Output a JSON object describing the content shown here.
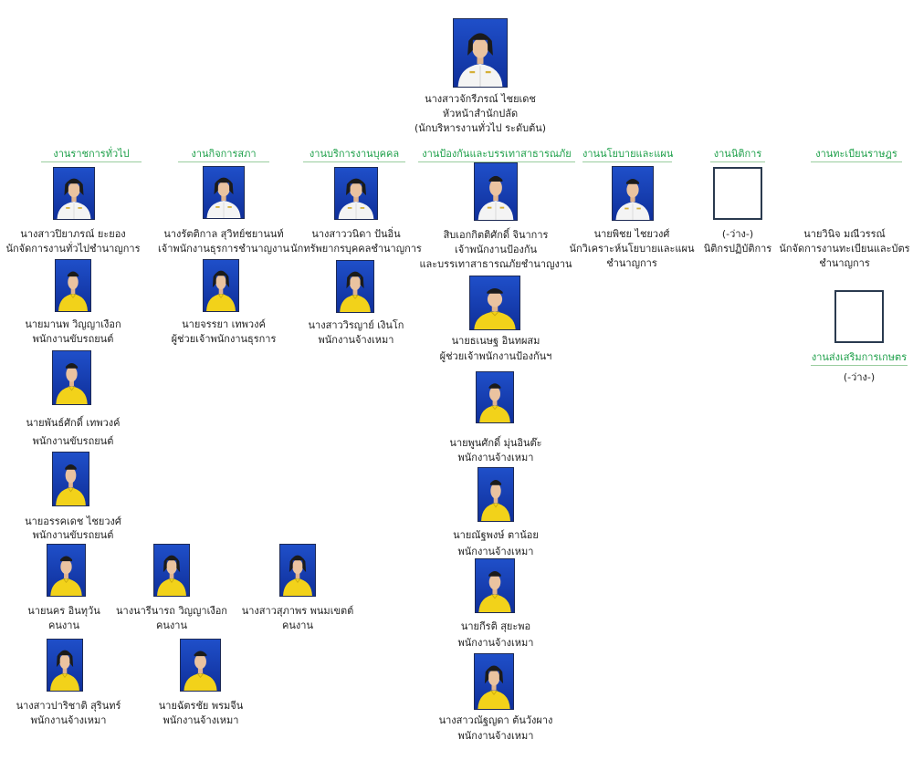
{
  "head": {
    "name": "นางสาวจักรีภรณ์  ไชยเดช",
    "title": "หัวหน้าสำนักปลัด",
    "level": "(นักบริหารงานทั่วไป ระดับต้น)"
  },
  "units": [
    {
      "header": "งานราชการทั่วไป",
      "people": [
        {
          "name": "นางสาวปิยาภรณ์ ยะยอง",
          "pos": "นักจัดการงานทั่วไปชำนาญการ"
        },
        {
          "name": "นายมานพ  วิญญาเงือก",
          "pos": "พนักงานขับรถยนต์"
        },
        {
          "name": "นายพันธ์ศักดิ์ เทพวงค์",
          "pos": "พนักงานขับรถยนต์"
        },
        {
          "name": "นายอรรคเดช ไชยวงศ์",
          "pos": "พนักงานขับรถยนต์"
        }
      ],
      "workers": [
        {
          "name": "นายนคร  อินทุวัน",
          "pos": "คนงาน"
        },
        {
          "name": "นางนารีนารถ  วิญญาเงือก",
          "pos": "คนงาน"
        },
        {
          "name": "นางสาวสุภาพร  พนมเขตต์",
          "pos": "คนงาน"
        },
        {
          "name": "นางสาวปาริชาติ  สุรินทร์",
          "pos": "พนักงานจ้างเหมา"
        },
        {
          "name": "นายฉัตรชัย พรมจีน",
          "pos": "พนักงานจ้างเหมา"
        }
      ]
    },
    {
      "header": "งานกิจการสภา",
      "people": [
        {
          "name": "นางรัตติกาล สุวิทย์ชยานนท์",
          "pos": "เจ้าพนักงานธุรการชำนาญงาน"
        },
        {
          "name": "นายจรรยา เทพวงค์",
          "pos": "ผู้ช่วยเจ้าพนักงานธุรการ"
        }
      ]
    },
    {
      "header": "งานบริการงานบุคคล",
      "people": [
        {
          "name": "นางสาววนิดา ปันอิ่น",
          "pos": "นักทรัพยากรบุคคลชำนาญการ"
        },
        {
          "name": "นางสาววิรญาย์ เงินโก",
          "pos": "พนักงานจ้างเหมา"
        }
      ]
    },
    {
      "header": "งานป้องกันและบรรเทาสาธารณภัย",
      "people": [
        {
          "name": "สิบเอกกิตติศักดิ์ จินาการ",
          "pos": "เจ้าพนักงานป้องกัน",
          "pos2": "และบรรเทาสาธารณภัยชำนาญงาน"
        },
        {
          "name": "นายธเนษฐ อินทผสม",
          "pos": "ผู้ช่วยเจ้าพนักงานป้องกันฯ"
        },
        {
          "name": "นายพูนศักดิ์  มุ่นอินต๊ะ",
          "pos": "พนักงานจ้างเหมา"
        },
        {
          "name": "นายณัฐพงษ์   ตาน้อย",
          "pos": "พนักงานจ้างเหมา"
        },
        {
          "name": "นายกีรติ สุยะพอ",
          "pos": "พนักงานจ้างเหมา"
        },
        {
          "name": "นางสาวณัฐญดา ต้นวังผาง",
          "pos": "พนักงานจ้างเหมา"
        }
      ]
    },
    {
      "header": "งานนโยบายและแผน",
      "people": [
        {
          "name": "นายพิชย ไชยวงศ์",
          "pos": "นักวิเคราะห์นโยบายและแผน",
          "pos2": "ชำนาญการ"
        }
      ]
    },
    {
      "header": "งานนิติการ",
      "people": [
        {
          "name": "(-ว่าง-)",
          "pos": "นิติกรปฏิบัติการ"
        }
      ]
    },
    {
      "header": "งานทะเบียนราษฎร",
      "people": [
        {
          "name": "นายวินิจ มณีวรรณ์",
          "pos": "นักจัดการงานทะเบียนและบัตร",
          "pos2": "ชำนาญการ"
        }
      ]
    },
    {
      "header": "งานส่งเสริมการเกษตร",
      "people": [
        {
          "name": "(-ว่าง-)"
        }
      ]
    }
  ],
  "colors": {
    "header_green": "#1ea04a",
    "photo_bg": "#1f4fc9",
    "shirt_yellow": "#f2d21a",
    "uniform_white": "#f4f4f4"
  }
}
